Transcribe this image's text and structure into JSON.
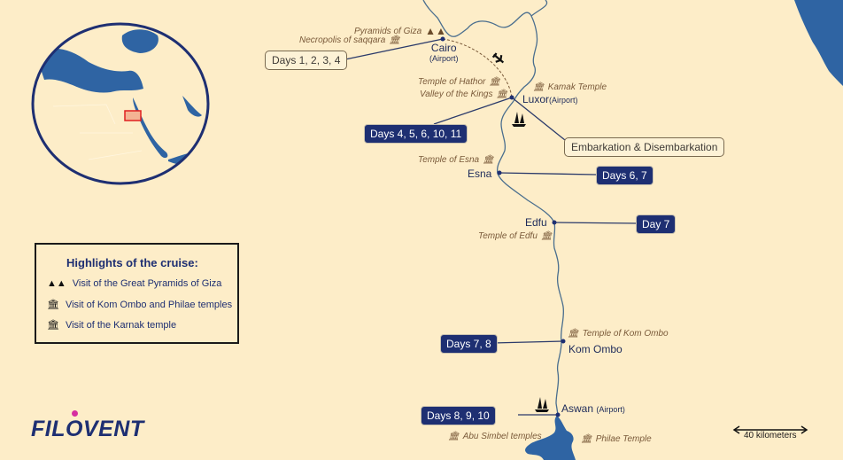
{
  "brand": {
    "name": "FILOVENT",
    "accent_dot_color": "#d62ea0",
    "navy": "#1e2f72"
  },
  "colors": {
    "land": "#fdedc8",
    "water": "#2f64a3",
    "river": "#4a6e8e",
    "highlight_box": "#e02020"
  },
  "inset_map": {
    "label": "Mediterranean and Middle East overview",
    "highlight_region": "Egypt - Nile valley"
  },
  "legend": {
    "title": "Highlights of the cruise:",
    "items": [
      {
        "icon": "pyramids-icon",
        "label": "Visit of the Great Pyramids of Giza"
      },
      {
        "icon": "temple-icon",
        "label": "Visit of Kom Ombo and Philae temples"
      },
      {
        "icon": "temple-icon",
        "label": "Visit of the Karnak temple"
      }
    ]
  },
  "cities": {
    "cairo": {
      "name": "Cairo",
      "sub": "(Airport)"
    },
    "luxor": {
      "name": "Luxor",
      "sub": "(Airport)"
    },
    "esna": {
      "name": "Esna"
    },
    "edfu": {
      "name": "Edfu"
    },
    "kom_ombo": {
      "name": "Kom Ombo"
    },
    "aswan": {
      "name": "Aswan",
      "sub": "(Airport)"
    }
  },
  "sites": {
    "giza": "Pyramids of Giza",
    "saqqara": "Necropolis of saqqara",
    "hathor": "Temple of Hathor",
    "kings": "Valley of the Kings",
    "karnak": "Kamak Temple",
    "esna": "Temple of Esna",
    "edfu": "Temple of Edfu",
    "kom_ombo": "Temple of Kom Ombo",
    "abu_simbel": "Abu Simbel temples",
    "philae": "Philae Temple"
  },
  "day_tags": {
    "cairo": "Days 1, 2, 3, 4",
    "luxor": "Days 4, 5, 6, 10, 11",
    "embark": "Embarkation & Disembarkation",
    "esna": "Days 6, 7",
    "edfu": "Day 7",
    "kom_ombo": "Days 7, 8",
    "aswan": "Days 8, 9, 10"
  },
  "scale": {
    "label": "40 kilometers"
  }
}
